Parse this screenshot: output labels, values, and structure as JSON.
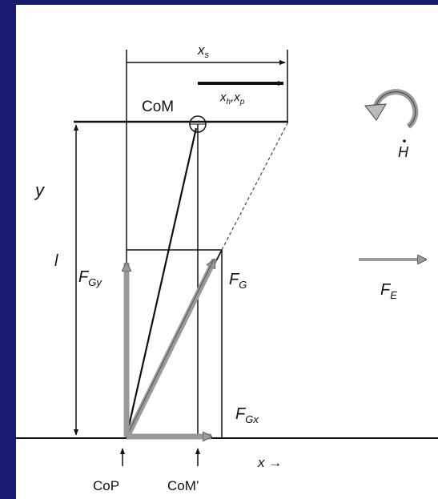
{
  "labels": {
    "xs": "x",
    "xs_sub": "s",
    "xh": "x",
    "xh_sub": "h",
    "xh_comma": ",",
    "xp": "x",
    "xp_sub": "p",
    "com": "CoM",
    "y": "y",
    "l": "l",
    "fgy": "F",
    "fgy_sub": "Gy",
    "fg": "F",
    "fg_sub": "G",
    "fgx": "F",
    "fgx_sub": "Gx",
    "fe": "F",
    "fe_sub": "E",
    "h": "H",
    "x_axis": "x →",
    "cop": "CoP",
    "com_prime": "CoM’"
  },
  "colors": {
    "border": "#1a1a6e",
    "line": "#111111",
    "arrow_gray": "#9a9a9a",
    "panel": "#ffffff"
  },
  "icons": {
    "rotation": "curved-arrow-icon"
  }
}
